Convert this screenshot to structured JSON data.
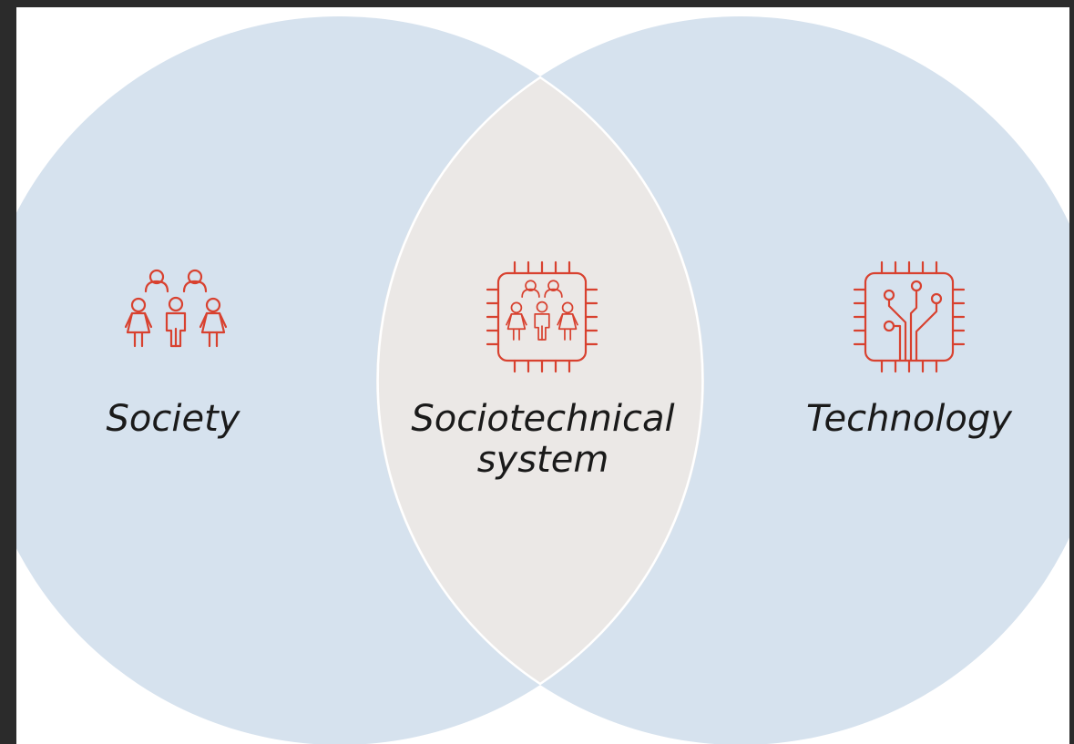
{
  "diagram": {
    "left_label": "Society",
    "center_label_line1": "Sociotechnical",
    "center_label_line2": "system",
    "right_label": "Technology"
  },
  "colors": {
    "circle_fill": "#d6e2ee",
    "overlap_fill": "#ebe8e6",
    "outline": "#ffffff",
    "icon_stroke": "#d8412f",
    "frame_background": "#2b2b2b"
  },
  "icons": {
    "left": "people-group-icon",
    "center": "people-on-chip-icon",
    "right": "circuit-chip-icon"
  }
}
